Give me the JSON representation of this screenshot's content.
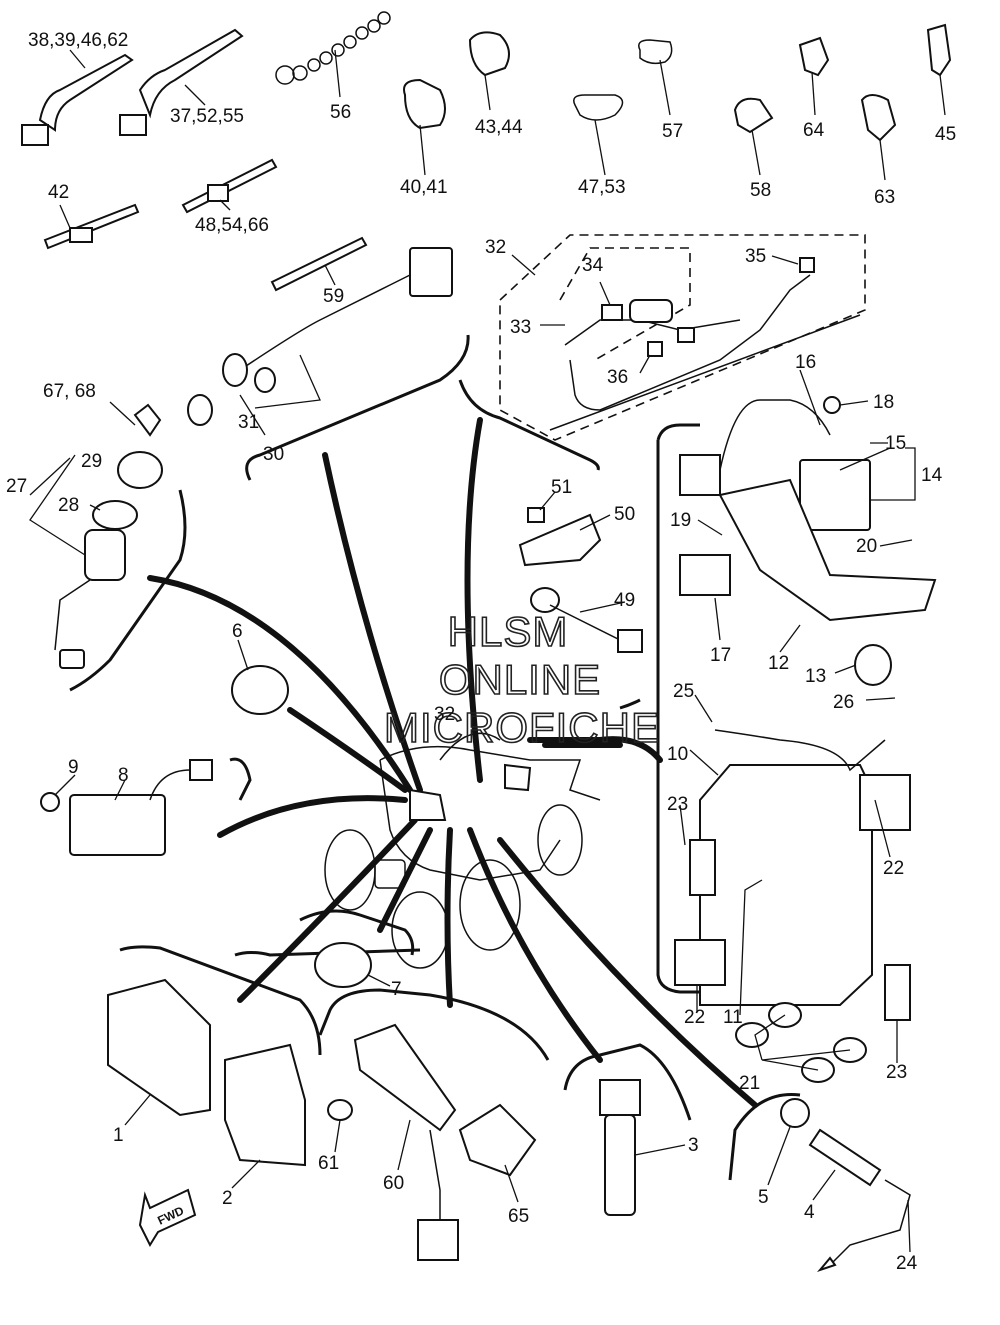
{
  "watermark": {
    "line1": "HLSM",
    "line2": "ONLINE",
    "line3": "MICROFICHE"
  },
  "fwd_label": "FWD",
  "callouts": [
    {
      "id": "c-38",
      "text": "38,39,46,62"
    },
    {
      "id": "c-37",
      "text": "37,52,55"
    },
    {
      "id": "c-56",
      "text": "56"
    },
    {
      "id": "c-40",
      "text": "40,41"
    },
    {
      "id": "c-43",
      "text": "43,44"
    },
    {
      "id": "c-47",
      "text": "47,53"
    },
    {
      "id": "c-57",
      "text": "57"
    },
    {
      "id": "c-58",
      "text": "58"
    },
    {
      "id": "c-64",
      "text": "64"
    },
    {
      "id": "c-63",
      "text": "63"
    },
    {
      "id": "c-45",
      "text": "45"
    },
    {
      "id": "c-42",
      "text": "42"
    },
    {
      "id": "c-48",
      "text": "48,54,66"
    },
    {
      "id": "c-59",
      "text": "59"
    },
    {
      "id": "c-32a",
      "text": "32"
    },
    {
      "id": "c-34",
      "text": "34"
    },
    {
      "id": "c-35",
      "text": "35"
    },
    {
      "id": "c-33",
      "text": "33"
    },
    {
      "id": "c-36",
      "text": "36"
    },
    {
      "id": "c-16",
      "text": "16"
    },
    {
      "id": "c-18",
      "text": "18"
    },
    {
      "id": "c-15",
      "text": "15"
    },
    {
      "id": "c-14",
      "text": "14"
    },
    {
      "id": "c-67",
      "text": "67, 68"
    },
    {
      "id": "c-29",
      "text": "29"
    },
    {
      "id": "c-27",
      "text": "27"
    },
    {
      "id": "c-28",
      "text": "28"
    },
    {
      "id": "c-31",
      "text": "31"
    },
    {
      "id": "c-30",
      "text": "30"
    },
    {
      "id": "c-51",
      "text": "51"
    },
    {
      "id": "c-50",
      "text": "50"
    },
    {
      "id": "c-19",
      "text": "19"
    },
    {
      "id": "c-20",
      "text": "20"
    },
    {
      "id": "c-49",
      "text": "49"
    },
    {
      "id": "c-17",
      "text": "17"
    },
    {
      "id": "c-12",
      "text": "12"
    },
    {
      "id": "c-13",
      "text": "13"
    },
    {
      "id": "c-6",
      "text": "6"
    },
    {
      "id": "c-25",
      "text": "25"
    },
    {
      "id": "c-26",
      "text": "26"
    },
    {
      "id": "c-32b",
      "text": "32"
    },
    {
      "id": "c-10",
      "text": "10"
    },
    {
      "id": "c-9",
      "text": "9"
    },
    {
      "id": "c-8",
      "text": "8"
    },
    {
      "id": "c-23a",
      "text": "23"
    },
    {
      "id": "c-22a",
      "text": "22"
    },
    {
      "id": "c-7",
      "text": "7"
    },
    {
      "id": "c-22b",
      "text": "22"
    },
    {
      "id": "c-11",
      "text": "11"
    },
    {
      "id": "c-21",
      "text": "21"
    },
    {
      "id": "c-23b",
      "text": "23"
    },
    {
      "id": "c-1",
      "text": "1"
    },
    {
      "id": "c-3",
      "text": "3"
    },
    {
      "id": "c-61",
      "text": "61"
    },
    {
      "id": "c-5",
      "text": "5"
    },
    {
      "id": "c-2",
      "text": "2"
    },
    {
      "id": "c-60",
      "text": "60"
    },
    {
      "id": "c-4",
      "text": "4"
    },
    {
      "id": "c-65",
      "text": "65"
    },
    {
      "id": "c-24",
      "text": "24"
    }
  ]
}
